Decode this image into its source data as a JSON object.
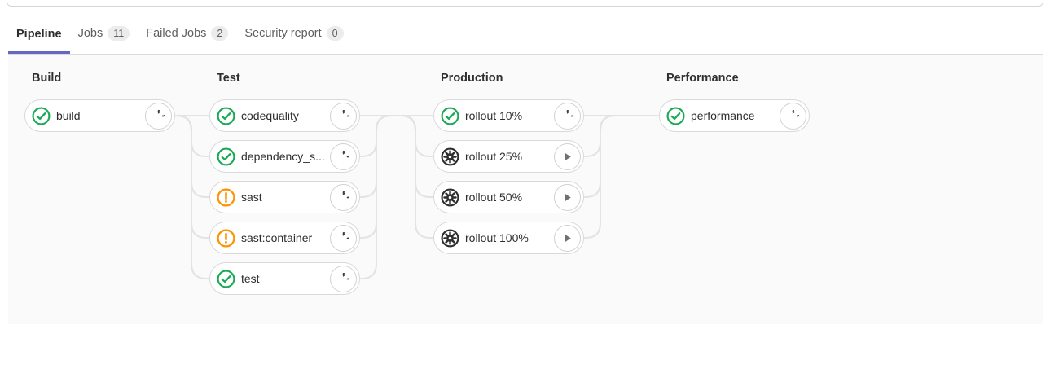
{
  "tabs": {
    "items": [
      {
        "label": "Pipeline",
        "badge": null,
        "active": true
      },
      {
        "label": "Jobs",
        "badge": "11",
        "active": false
      },
      {
        "label": "Failed Jobs",
        "badge": "2",
        "active": false
      },
      {
        "label": "Security report",
        "badge": "0",
        "active": false
      }
    ]
  },
  "pipeline": {
    "stages": [
      {
        "title": "Build",
        "jobs": [
          {
            "label": "build",
            "status": "success",
            "status_icon": "check-circle-icon",
            "action": "retry",
            "action_icon": "retry-icon"
          }
        ]
      },
      {
        "title": "Test",
        "jobs": [
          {
            "label": "codequality",
            "status": "success",
            "status_icon": "check-circle-icon",
            "action": "retry",
            "action_icon": "retry-icon"
          },
          {
            "label": "dependency_s...",
            "status": "success",
            "status_icon": "check-circle-icon",
            "action": "retry",
            "action_icon": "retry-icon"
          },
          {
            "label": "sast",
            "status": "warning",
            "status_icon": "warning-circle-icon",
            "action": "retry",
            "action_icon": "retry-icon"
          },
          {
            "label": "sast:container",
            "status": "warning",
            "status_icon": "warning-circle-icon",
            "action": "retry",
            "action_icon": "retry-icon"
          },
          {
            "label": "test",
            "status": "success",
            "status_icon": "check-circle-icon",
            "action": "retry",
            "action_icon": "retry-icon"
          }
        ]
      },
      {
        "title": "Production",
        "jobs": [
          {
            "label": "rollout 10%",
            "status": "success",
            "status_icon": "check-circle-icon",
            "action": "retry",
            "action_icon": "retry-icon"
          },
          {
            "label": "rollout 25%",
            "status": "manual",
            "status_icon": "gear-circle-icon",
            "action": "play",
            "action_icon": "play-icon"
          },
          {
            "label": "rollout 50%",
            "status": "manual",
            "status_icon": "gear-circle-icon",
            "action": "play",
            "action_icon": "play-icon"
          },
          {
            "label": "rollout 100%",
            "status": "manual",
            "status_icon": "gear-circle-icon",
            "action": "play",
            "action_icon": "play-icon"
          }
        ]
      },
      {
        "title": "Performance",
        "jobs": [
          {
            "label": "performance",
            "status": "success",
            "status_icon": "check-circle-icon",
            "action": "retry",
            "action_icon": "retry-icon"
          }
        ]
      }
    ]
  },
  "colors": {
    "success": "#1aaa55",
    "warning": "#fc9403",
    "manual": "#2e2e2e",
    "retry_glyph": "#404040",
    "play_glyph": "#707070",
    "tab_accent": "#6666c4",
    "connector": "#e3e3e3"
  }
}
